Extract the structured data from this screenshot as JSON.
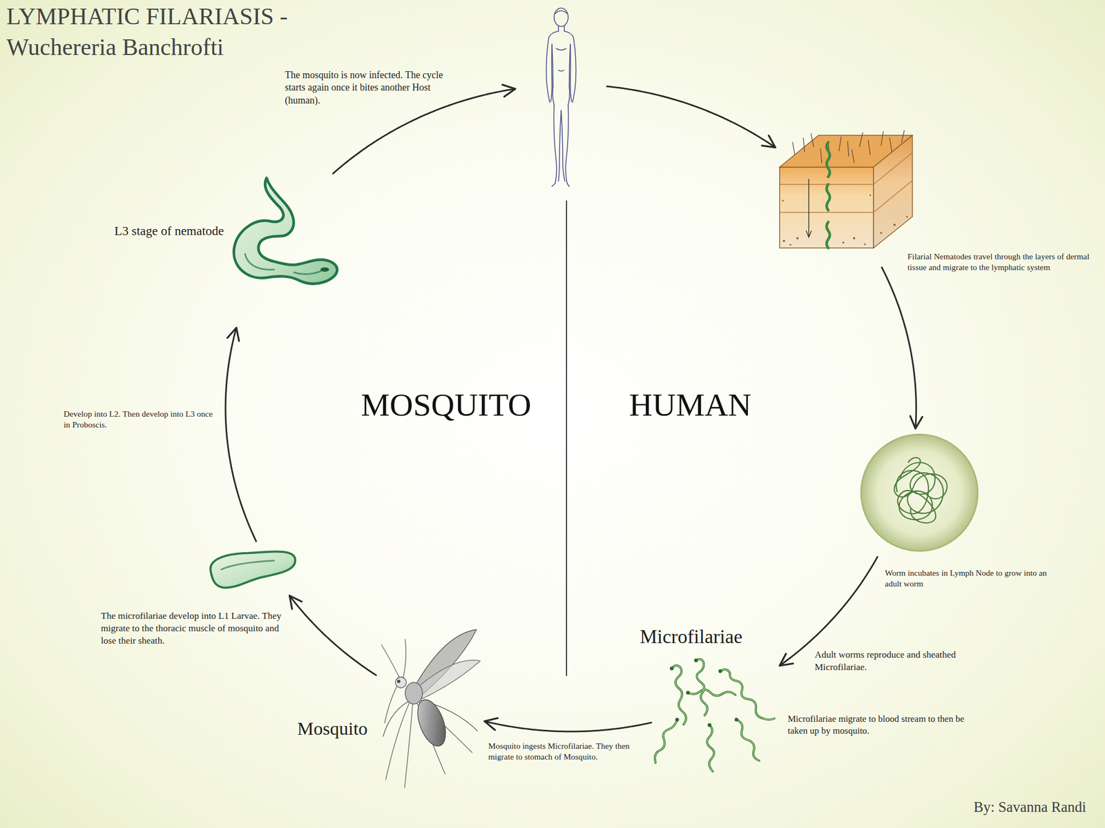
{
  "diagram": {
    "title": "LYMPHATIC FILARIASIS -Wuchereria Banchrofti",
    "caption": "By: Savanna Randi",
    "nodes": [
      {
        "text": [
          "The mosquito is now infected. The cycle starts again once it bites another Host (human)."
        ]
      },
      {
        "text": [
          "Filarial Nematodes travel through the layers of dermal tissue and migrate to the lymphatic system"
        ]
      },
      {
        "text": [
          "Worm incubates in Lymph Node to grow into an adult worm"
        ]
      },
      {
        "text": [
          "Microfilariae",
          "Adult worms reproduce and sheathed Microfilariae.",
          "Microfilariae migrate to blood stream to then be taken up by mosquito."
        ]
      },
      {
        "text": [
          "Mosquito",
          "Mosquito ingests Microfilariae. They then migrate to stomach of Mosquito."
        ]
      },
      {
        "text": [
          "The microfilariae develop into L1 Larvae. They migrate to the thoracic muscle of mosquito and lose their sheath."
        ]
      },
      {
        "text": [
          "L3 stage of nematode"
        ]
      }
    ],
    "edges": [
      {
        "from": 0,
        "to": 1,
        "arrow": "to"
      },
      {
        "from": 1,
        "to": 2,
        "arrow": "to"
      },
      {
        "from": 2,
        "to": 3,
        "arrow": "to"
      },
      {
        "from": 3,
        "to": 4,
        "arrow": "to"
      },
      {
        "from": 4,
        "to": 5,
        "arrow": "to"
      },
      {
        "from": 5,
        "to": 6,
        "arrow": "to",
        "label": "Develop into L2. Then develop into L3 once in Proboscis."
      },
      {
        "from": 6,
        "to": 0,
        "arrow": "to"
      }
    ],
    "labels": [
      "MOSQUITO",
      "HUMAN"
    ]
  }
}
